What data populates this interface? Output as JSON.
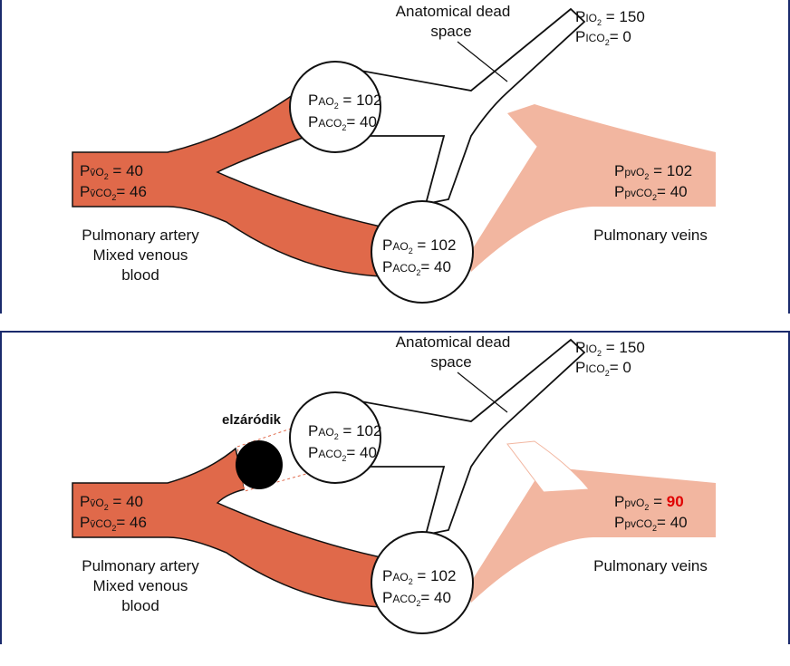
{
  "top": {
    "dead_space": [
      "Anatomical dead",
      "space"
    ],
    "inspired": {
      "po2_label": "P",
      "po2_sub": "IO",
      "po2_val": "150",
      "pco2_sub": "ICO",
      "pco2_val": "0"
    },
    "alveolus_upper": {
      "p": "P",
      "ao2": "AO",
      "o2_val": "102",
      "aco2": "ACO",
      "co2_val": "40"
    },
    "alveolus_lower": {
      "p": "P",
      "ao2": "AO",
      "o2_val": "102",
      "aco2": "ACO",
      "co2_val": "40"
    },
    "venous": {
      "p": "P",
      "vo2": "v̄O",
      "o2_val": "40",
      "vco2": "v̄CO",
      "co2_val": "46"
    },
    "pulmonary_vein": {
      "p": "P",
      "pvo2": "pvO",
      "o2_val": "102",
      "pvco2": "pvCO",
      "co2_val": "40"
    },
    "artery_label": [
      "Pulmonary artery",
      "Mixed venous",
      "blood"
    ],
    "vein_label": "Pulmonary veins"
  },
  "bottom": {
    "dead_space": [
      "Anatomical dead",
      "space"
    ],
    "inspired": {
      "po2_val": "150",
      "pco2_val": "0"
    },
    "alveolus_upper": {
      "o2_val": "102",
      "co2_val": "40"
    },
    "alveolus_lower": {
      "o2_val": "102",
      "co2_val": "40"
    },
    "venous": {
      "o2_val": "40",
      "co2_val": "46"
    },
    "pulmonary_vein": {
      "o2_val": "90",
      "co2_val": "40"
    },
    "occlusion_label": "elzáródik",
    "artery_label": [
      "Pulmonary artery",
      "Mixed venous",
      "blood"
    ],
    "vein_label": "Pulmonary veins"
  },
  "colors": {
    "artery": "#e0694a",
    "vein": "#f2b6a0",
    "outline": "#111111",
    "highlight": "#e00000",
    "frame": "#1a2a6c"
  }
}
